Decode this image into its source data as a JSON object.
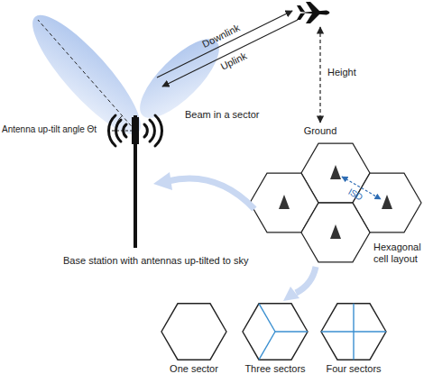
{
  "diagram": {
    "nodes": [
      {
        "text": [
          "One sector"
        ]
      },
      {
        "text": [
          "Three sectors"
        ]
      },
      {
        "text": [
          "Four sectors"
        ]
      }
    ],
    "labels": [
      "Downlink",
      "Uplink",
      "Height",
      "Antenna up-tilt angle Θt",
      "Beam in a sector",
      "Ground",
      "ISD",
      "Hexagonal cell layout",
      "Base station with antennas up-tilted to sky"
    ]
  }
}
